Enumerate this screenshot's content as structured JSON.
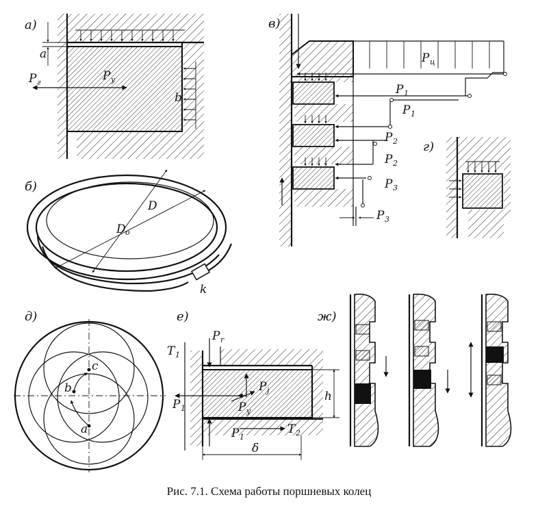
{
  "caption": "Рис. 7.1. Схема работы поршневых колец",
  "panels": {
    "a": {
      "label": "а)",
      "P_g": "P",
      "P_g_sub": "г",
      "P_y": "P",
      "P_y_sub": "y",
      "a_dim": "a",
      "b_dim": "b"
    },
    "b": {
      "label": "б)",
      "D": "D",
      "D0": "D",
      "D0_sub": "o",
      "k": "k"
    },
    "v": {
      "label": "в)",
      "P_c": "P",
      "P_c_sub": "ц",
      "P1": "P",
      "P1_sub": "1",
      "P1p": "P",
      "P1p_sub": "1",
      "P2": "P",
      "P2_sub": "2",
      "P2p": "P",
      "P2p_sub": "2",
      "P3": "P",
      "P3_sub": "3",
      "P3p": "P",
      "P3p_sub": "3"
    },
    "g": {
      "label": "г)"
    },
    "d": {
      "label": "д)",
      "a": "a",
      "b": "b",
      "c": "c"
    },
    "e": {
      "label": "е)",
      "T1": "T",
      "T1_sub": "1",
      "Pr": "P",
      "Pr_sub": "r",
      "Pj": "P",
      "Pj_sub": "j",
      "Py": "P",
      "Py_sub": "y",
      "P1": "P",
      "P1_sub": "1",
      "P1b": "P",
      "P1b_sub": "1",
      "T2": "T",
      "T2_sub": "2",
      "h": "h",
      "delta": "δ"
    },
    "zh": {
      "label": "ж)"
    }
  }
}
